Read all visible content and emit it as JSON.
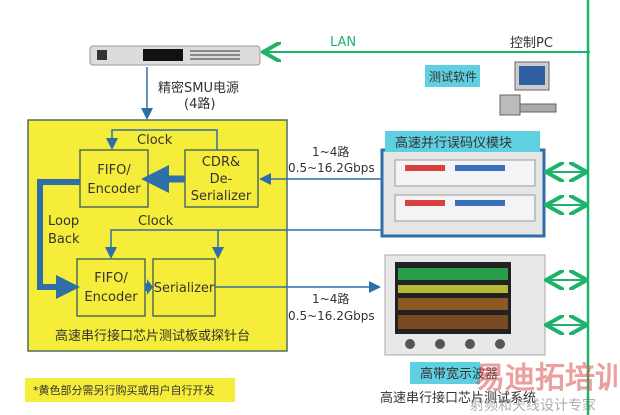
{
  "power_supply": {
    "label_line1": "精密SMU电源",
    "label_line2": "(4路)"
  },
  "lan": {
    "label": "LAN"
  },
  "pc": {
    "label": "控制PC",
    "software": "测试软件"
  },
  "board": {
    "title": "高速串行接口芯片测试板或探针台",
    "fifo_top": [
      "FIFO/",
      "Encoder"
    ],
    "cdr": [
      "CDR&",
      "De-",
      "Serializer"
    ],
    "fifo_bottom": [
      "FIFO/",
      "Encoder"
    ],
    "serializer": "Serializer",
    "clock_top": "Clock",
    "clock_mid": "Clock",
    "loopback": [
      "Loop",
      "Back"
    ]
  },
  "input_link": {
    "channels": "1~4路",
    "rate": "0.5~16.2Gbps"
  },
  "output_link": {
    "channels": "1~4路",
    "rate": "0.5~16.2Gbps"
  },
  "bert": {
    "label": "高速并行误码仪模块"
  },
  "scope": {
    "label": "高带宽示波器"
  },
  "system_title": "高速串行接口芯片测试系统",
  "footnote": "*黄色部分需另行购买或用户自行开发",
  "watermark": {
    "main": "易迪拓培训",
    "sub": "射频和天线设计专家"
  },
  "colors": {
    "board": "#f5ed3a",
    "label_box": "#5fd0e0",
    "bus": "#2f6fa8",
    "lan": "#1db36a"
  }
}
